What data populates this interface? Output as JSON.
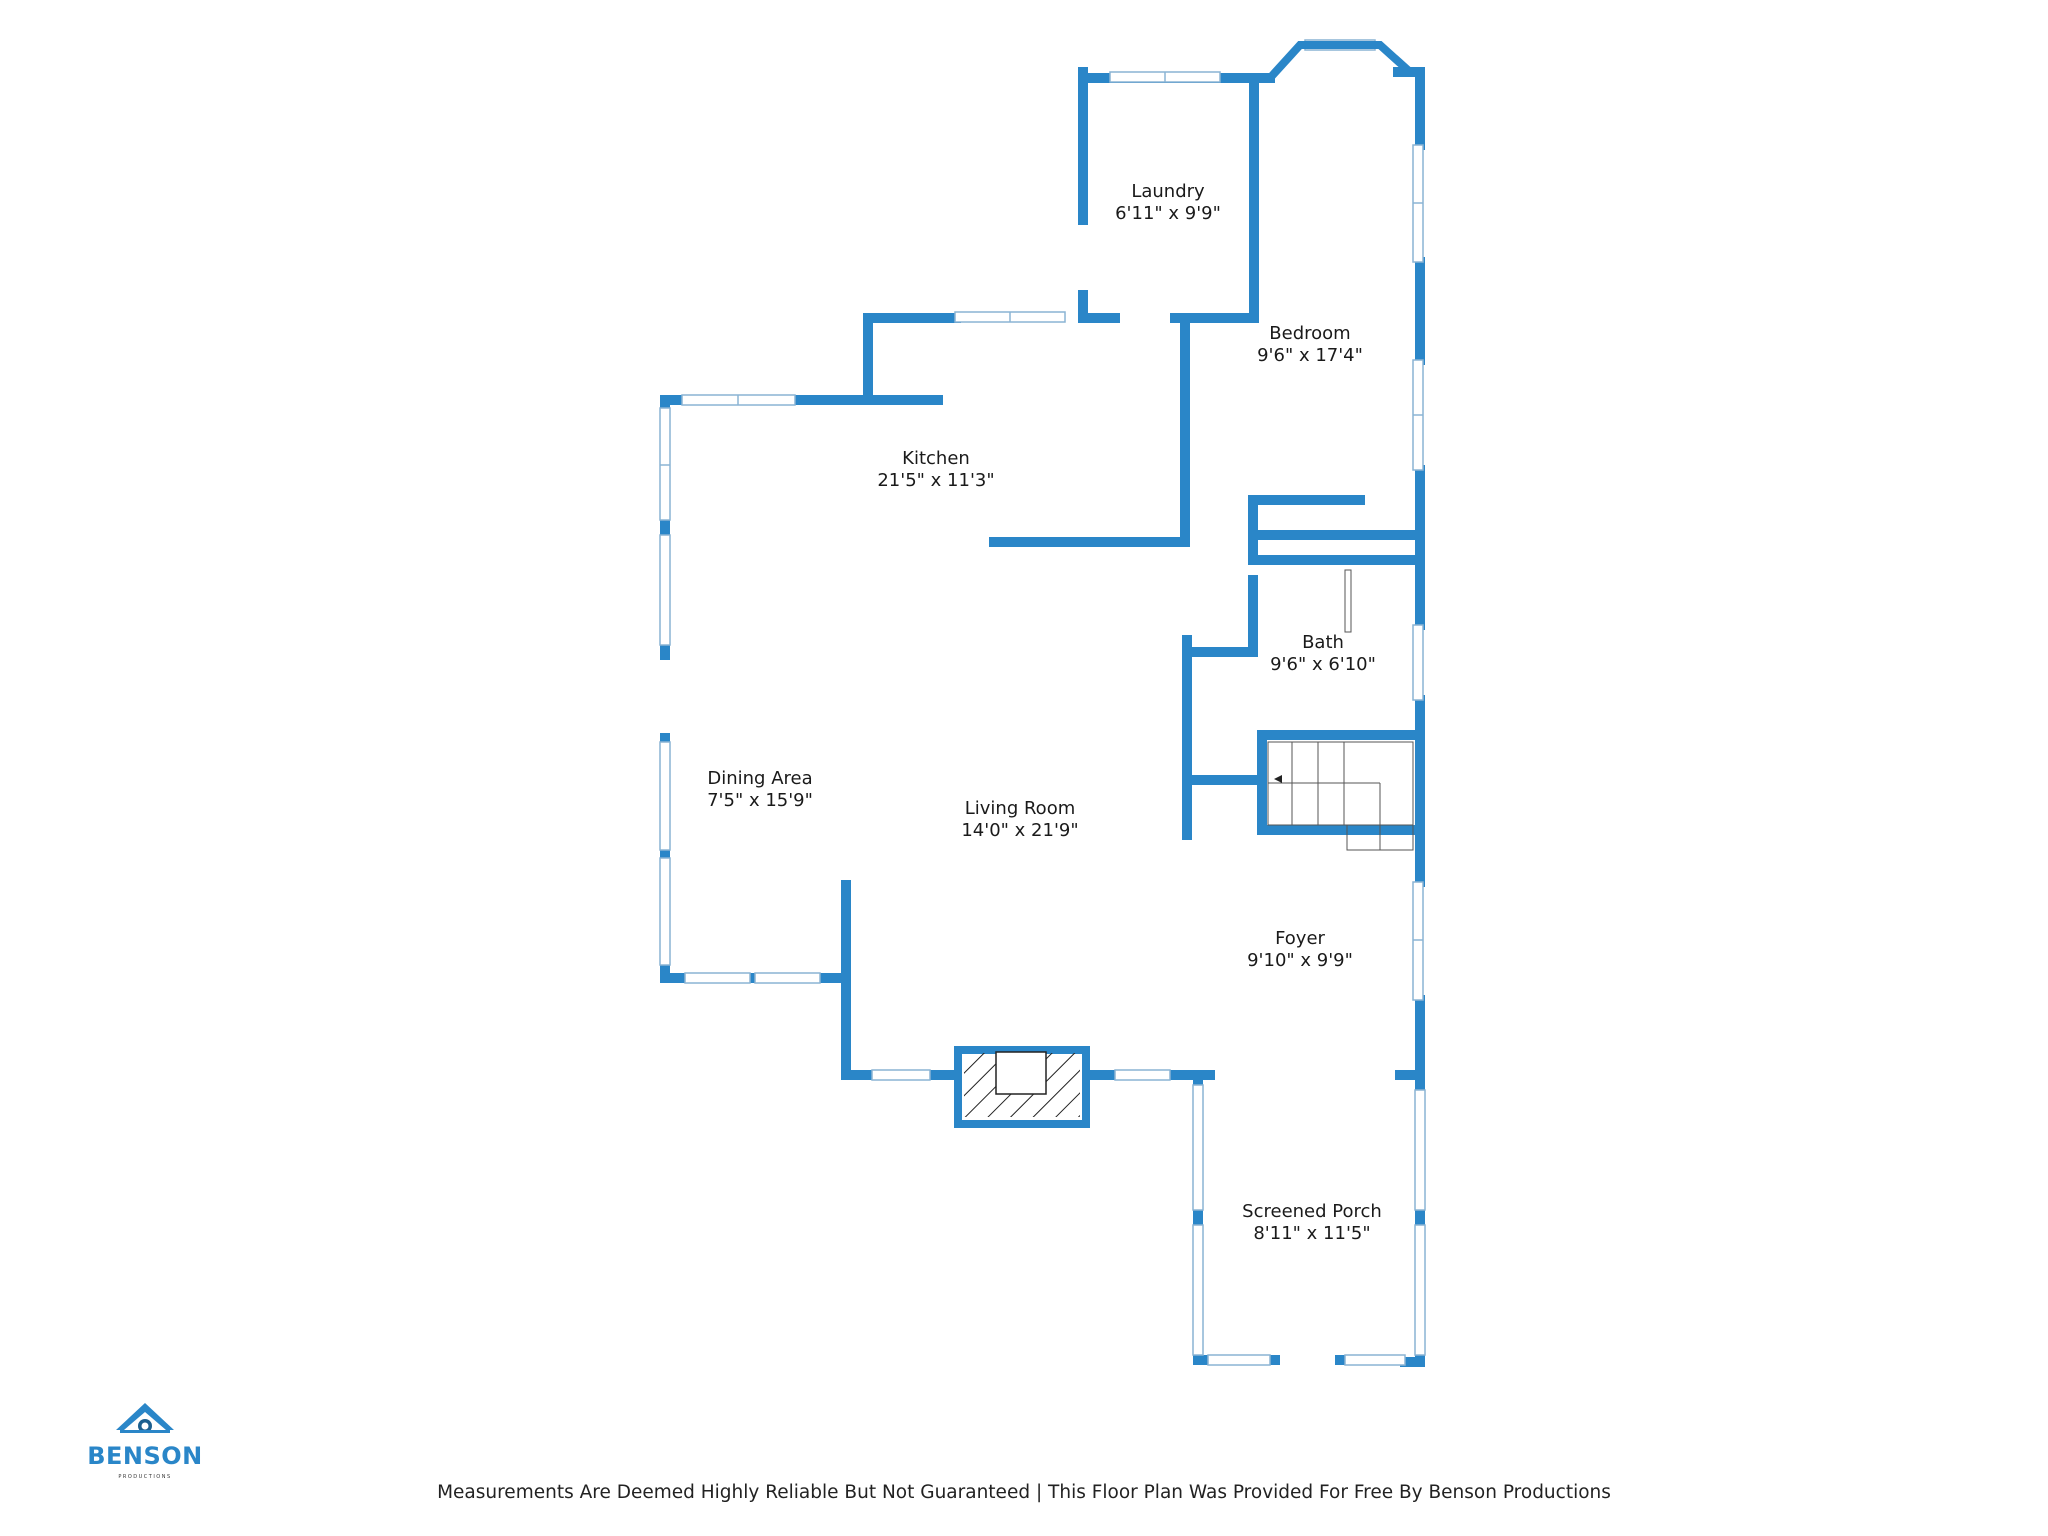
{
  "colors": {
    "wall": "#2a86c8",
    "window_frame": "#8ab4d4",
    "text": "#1a1a1a",
    "brand": "#2a86c8"
  },
  "rooms": {
    "laundry": {
      "name": "Laundry",
      "dims": "6'11\" x 9'9\""
    },
    "bedroom": {
      "name": "Bedroom",
      "dims": "9'6\" x 17'4\""
    },
    "kitchen": {
      "name": "Kitchen",
      "dims": "21'5\" x 11'3\""
    },
    "bath": {
      "name": "Bath",
      "dims": "9'6\" x 6'10\""
    },
    "dining": {
      "name": "Dining Area",
      "dims": "7'5\" x 15'9\""
    },
    "living": {
      "name": "Living Room",
      "dims": "14'0\" x 21'9\""
    },
    "foyer": {
      "name": "Foyer",
      "dims": "9'10\" x 9'9\""
    },
    "porch": {
      "name": "Screened Porch",
      "dims": "8'11\" x 11'5\""
    }
  },
  "logo": {
    "icon": "house-camera-logo-icon",
    "name": "BENSON",
    "tagline": "PRODUCTIONS"
  },
  "footer": {
    "disclaimer": "Measurements Are Deemed Highly Reliable But Not Guaranteed | This Floor Plan Was Provided For Free By Benson Productions"
  }
}
